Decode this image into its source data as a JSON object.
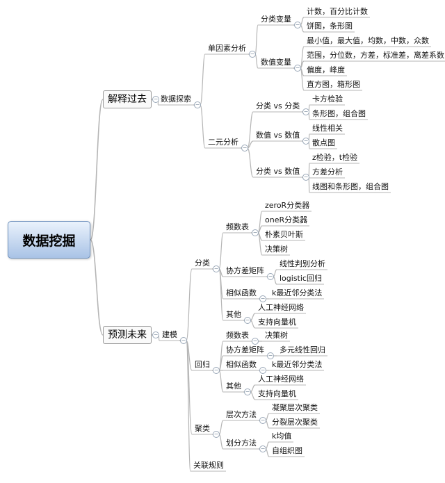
{
  "root": "数据挖掘",
  "explain": {
    "label": "解释过去",
    "explore": {
      "label": "数据探索",
      "univariate": {
        "label": "单因素分析",
        "categorical": {
          "label": "分类变量",
          "items": [
            "计数，百分比计数",
            "饼图，条形图"
          ]
        },
        "numeric": {
          "label": "数值变量",
          "items": [
            "最小值，最大值，均数，中数，众数",
            "范围，分位数，方差，标准差，离差系数",
            "偏度，峰度",
            "直方图，箱形图"
          ]
        }
      },
      "bivariate": {
        "label": "二元分析",
        "cat_cat": {
          "label": "分类 vs 分类",
          "items": [
            "卡方检验",
            "条形图，组合图"
          ]
        },
        "num_num": {
          "label": "数值 vs 数值",
          "items": [
            "线性相关",
            "散点图"
          ]
        },
        "cat_num": {
          "label": "分类 vs 数值",
          "items": [
            "z检验，t检验",
            "方差分析",
            "线图和条形图，组合图"
          ]
        }
      }
    }
  },
  "predict": {
    "label": "预测未来",
    "modeling": {
      "label": "建模",
      "classification": {
        "label": "分类",
        "freq": {
          "label": "频数表",
          "items": [
            "zeroR分类器",
            "oneR分类器",
            "朴素贝叶斯",
            "决策树"
          ]
        },
        "cov": {
          "label": "协方差矩阵",
          "items": [
            "线性判别分析",
            "logistic回归"
          ]
        },
        "sim": {
          "label": "相似函数",
          "items": [
            "k最近邻分类法"
          ]
        },
        "other": {
          "label": "其他",
          "items": [
            "人工神经网络",
            "支持向量机"
          ]
        }
      },
      "regression": {
        "label": "回归",
        "freq": {
          "label": "频数表",
          "items": [
            "决策树"
          ]
        },
        "cov": {
          "label": "协方差矩阵",
          "items": [
            "多元线性回归"
          ]
        },
        "sim": {
          "label": "相似函数",
          "items": [
            "k最近邻分类法"
          ]
        },
        "other": {
          "label": "其他",
          "items": [
            "人工神经网络",
            "支持向量机"
          ]
        }
      },
      "clustering": {
        "label": "聚类",
        "hier": {
          "label": "层次方法",
          "items": [
            "凝聚层次聚类",
            "分裂层次聚类"
          ]
        },
        "part": {
          "label": "划分方法",
          "items": [
            "k均值",
            "自组织图"
          ]
        }
      },
      "association": {
        "label": "关联规则"
      }
    }
  },
  "colors": {
    "line": "#b5b5b5",
    "root_border": "#6f91bd",
    "toggle": "#9aa8b8"
  }
}
